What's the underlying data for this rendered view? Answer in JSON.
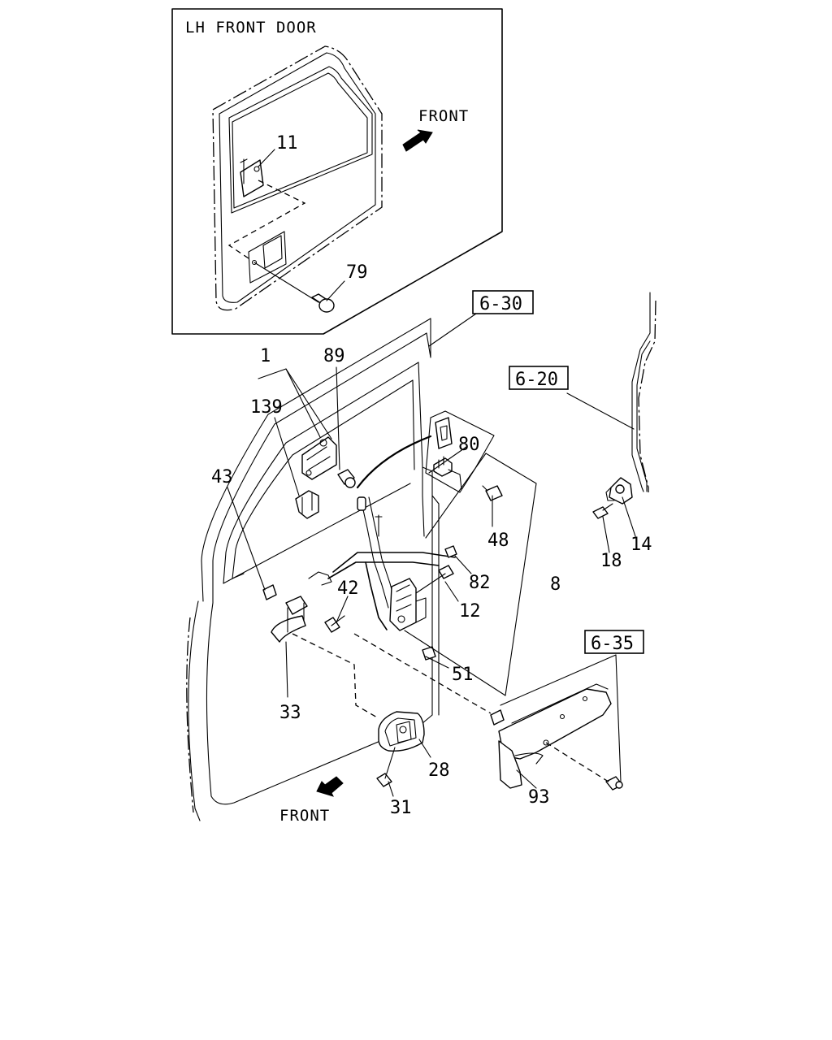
{
  "inset": {
    "title": "LH FRONT DOOR",
    "front_label": "FRONT",
    "parts": [
      "11",
      "79"
    ]
  },
  "main": {
    "front_label": "FRONT",
    "refs": [
      "6-30",
      "6-20",
      "6-35"
    ],
    "parts": [
      "1",
      "89",
      "139",
      "43",
      "42",
      "33",
      "80",
      "48",
      "82",
      "12",
      "8",
      "51",
      "14",
      "18",
      "28",
      "31",
      "93"
    ]
  }
}
